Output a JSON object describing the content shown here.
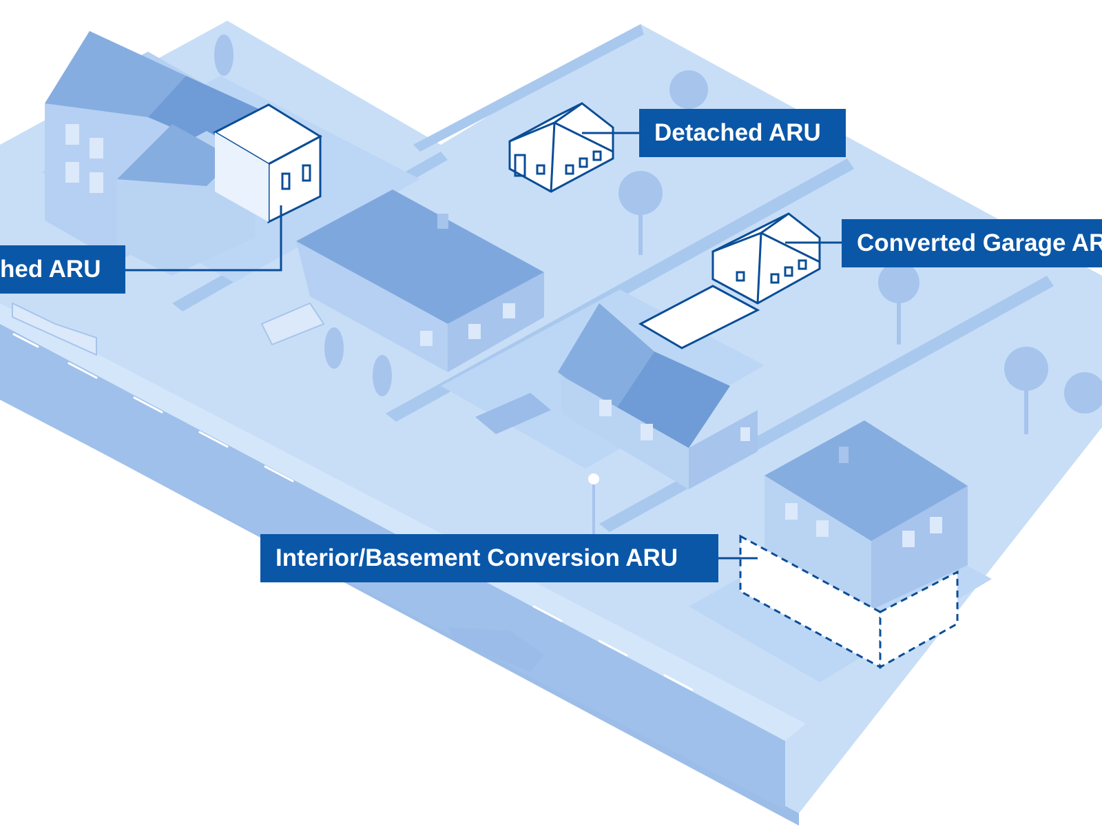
{
  "labels": {
    "detached": "Detached ARU",
    "attached": "Attached ARU",
    "attached_visible": "hed ARU",
    "garage": "Converted Garage ARU",
    "interior": "Interior/Basement Conversion ARU"
  },
  "colors": {
    "ground": "#c6ddf7",
    "ground_dark": "#a9c8ee",
    "road": "#9fc0ea",
    "house_wall": "#b3cff2",
    "house_roof": "#7da8de",
    "label_bg": "#0a57a8",
    "label_text": "#ffffff",
    "outline": "#0a4d97"
  }
}
